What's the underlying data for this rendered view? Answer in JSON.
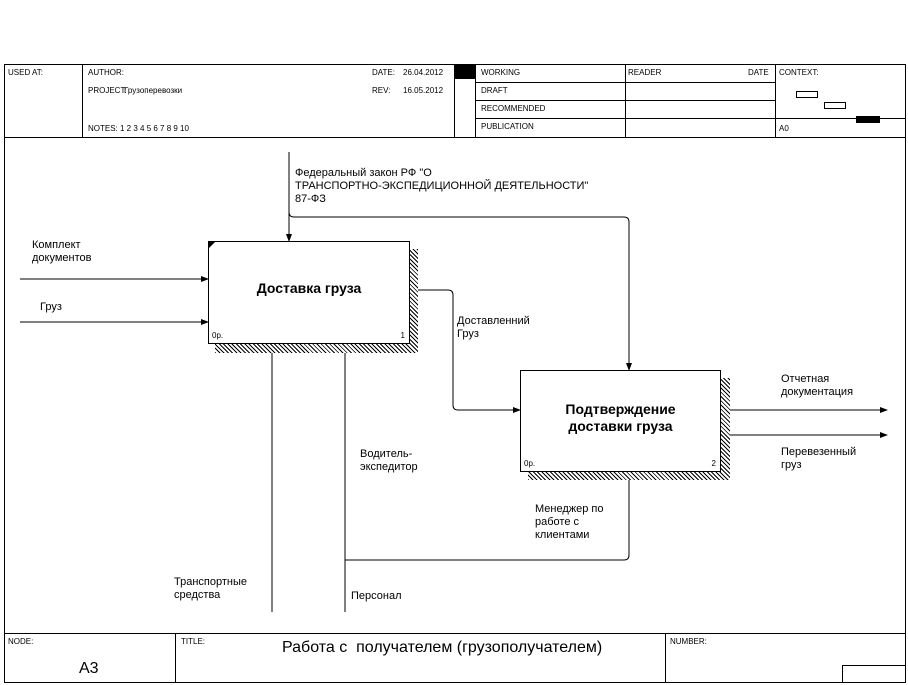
{
  "header": {
    "used_at_label": "USED AT:",
    "author_label": "AUTHOR:",
    "project_label": "PROJECT:",
    "project_value": "Грузоперевозки",
    "date_label": "DATE:",
    "date_value": "26.04.2012",
    "rev_label": "REV:",
    "rev_value": "16.05.2012",
    "notes_label": "NOTES:",
    "notes_value": "1 2 3 4 5 6 7 8 9 10",
    "status": [
      "WORKING",
      "DRAFT",
      "RECOMMENDED",
      "PUBLICATION"
    ],
    "reader_label": "READER",
    "reader_date_label": "DATE",
    "context_label": "CONTEXT:",
    "context_node": "A0"
  },
  "diagram": {
    "box1": {
      "title": "Доставка груза",
      "cost": "0р.",
      "number": "1"
    },
    "box2": {
      "title_line1": "Подтверждение",
      "title_line2": "доставки груза",
      "cost": "0р.",
      "number": "2"
    },
    "arrows": {
      "control_law": [
        "Федеральный закон РФ \"О",
        "ТРАНСПОРТНО-ЭКСПЕДИЦИОННОЙ ДЕЯТЕЛЬНОСТИ\"",
        "87-ФЗ"
      ],
      "input_documents": [
        "Комплект",
        "документов"
      ],
      "input_cargo": "Груз",
      "delivered_cargo": [
        "Доставленний",
        "Груз"
      ],
      "driver": [
        "Водитель-",
        "экспедитор"
      ],
      "manager": [
        "Менеджер по",
        "работе с",
        "клиентами"
      ],
      "vehicles": [
        "Транспортные",
        "средства"
      ],
      "personnel": "Персонал",
      "output_report": [
        "Отчетная",
        "документация"
      ],
      "output_cargo": [
        "Перевезенный",
        "груз"
      ]
    }
  },
  "footer": {
    "node_label": "NODE:",
    "node_value": "A3",
    "title_label": "TITLE:",
    "title_value": "Работа с  получателем (грузополучателем)",
    "number_label": "NUMBER:"
  }
}
